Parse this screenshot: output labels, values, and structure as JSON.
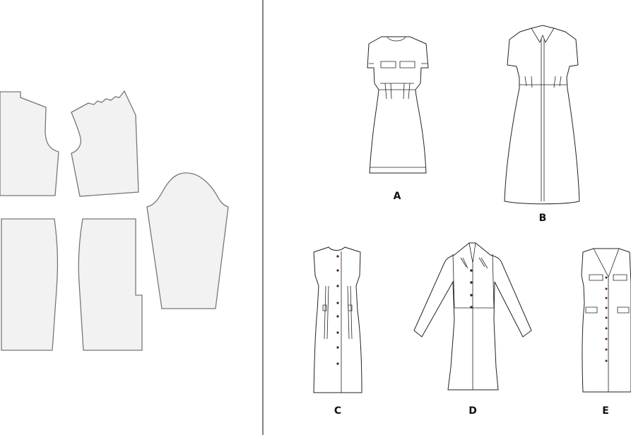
{
  "pattern_pieces": [
    "front-bodice",
    "back-bodice",
    "sleeve",
    "front-skirt",
    "back-skirt"
  ],
  "views": [
    {
      "label": "A"
    },
    {
      "label": "B"
    },
    {
      "label": "C"
    },
    {
      "label": "D"
    },
    {
      "label": "E"
    }
  ],
  "colors": {
    "piece_fill": "#f2f2f2",
    "piece_stroke": "#777777",
    "line": "#222222",
    "button": "#4a2020"
  }
}
